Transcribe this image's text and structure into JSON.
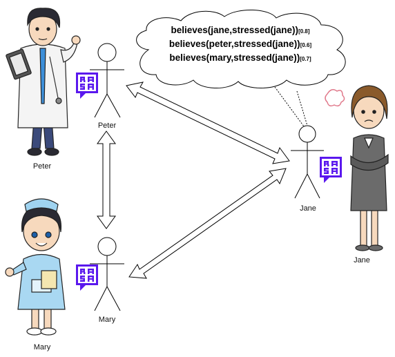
{
  "beliefs": [
    {
      "text": "believes(jane,stressed(jane))",
      "confidence": "[0.8]"
    },
    {
      "text": "believes(peter,stressed(jane))",
      "confidence": "[0.6]"
    },
    {
      "text": "believes(mary,stressed(jane))",
      "confidence": "[0.7]"
    }
  ],
  "agents": {
    "peter": {
      "figure_label": "Peter",
      "character_label": "Peter"
    },
    "mary": {
      "figure_label": "Mary",
      "character_label": "Mary"
    },
    "jane": {
      "figure_label": "Jane",
      "character_label": "Jane"
    }
  },
  "logo_text": "RASA",
  "colors": {
    "rasa_purple": "#5a17ee",
    "line": "#000000",
    "skin": "#f7d9bd",
    "doctor_coat": "#f4f4f4",
    "nurse_dress": "#a9d8f2",
    "jane_suit": "#6b6b6b",
    "hair_dark": "#2a2a33",
    "hair_brown": "#8a5a2b"
  }
}
